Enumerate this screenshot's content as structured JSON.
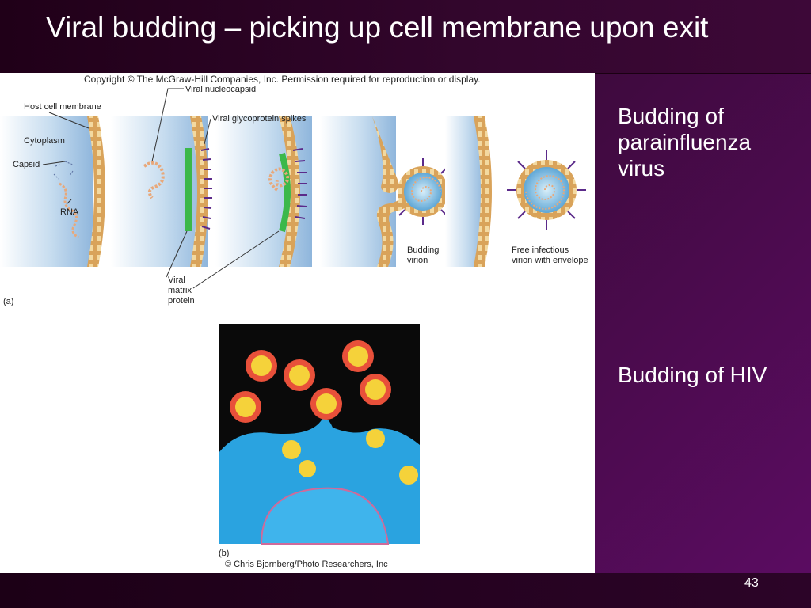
{
  "slide": {
    "title": "Viral budding – picking up cell membrane upon exit",
    "side_text_1": "Budding of\nparainfluenza\nvirus",
    "side_text_2": "Budding of HIV",
    "slide_number": "43"
  },
  "figure": {
    "copyright": "Copyright © The McGraw-Hill Companies, Inc. Permission required for reproduction or display.",
    "labels": {
      "host_cell_membrane": "Host cell membrane",
      "viral_nucleocapsid": "Viral nucleocapsid",
      "viral_glycoprotein_spikes": "Viral glycoprotein spikes",
      "cytoplasm": "Cytoplasm",
      "capsid": "Capsid",
      "rna": "RNA",
      "viral_matrix_protein": "Viral\nmatrix\nprotein",
      "budding_virion": "Budding\nvirion",
      "free_infectious_virion": "Free infectious\nvirion with envelope",
      "panel_a": "(a)",
      "panel_b": "(b)",
      "photo_credit": "© Chris Bjornberg/Photo Researchers, Inc"
    },
    "colors": {
      "cytoplasm_blue": "#a9c9e6",
      "membrane_tan": "#d9a35a",
      "membrane_light": "#f3d9a0",
      "glycoprotein_purple": "#5b2a8a",
      "matrix_green": "#3cb84a",
      "micrograph_bg": "#0a0a0a",
      "micrograph_cell": "#2aa3e0",
      "micrograph_ring": "#e8503a",
      "micrograph_core": "#f5d23a"
    }
  }
}
